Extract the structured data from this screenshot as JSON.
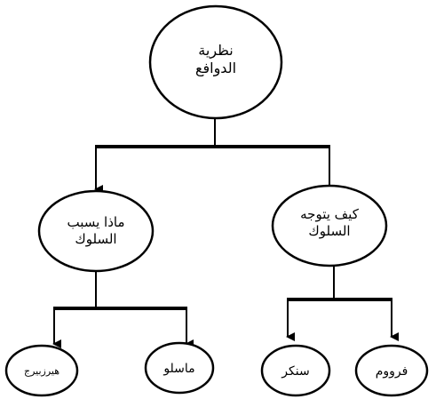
{
  "root": {
    "line1": "نظرية",
    "line2": "الدوافع"
  },
  "branches": {
    "left": {
      "line1": "ماذا يسبب",
      "line2": "السلوك",
      "leaves": [
        "ماسلو",
        "هيرزبيرج"
      ]
    },
    "right": {
      "line1": "كيف يتوجه",
      "line2": "السلوك",
      "leaves": [
        "فرووم",
        "سنكر"
      ]
    }
  },
  "colors": {
    "stroke": "#000000",
    "fill": "#ffffff"
  }
}
